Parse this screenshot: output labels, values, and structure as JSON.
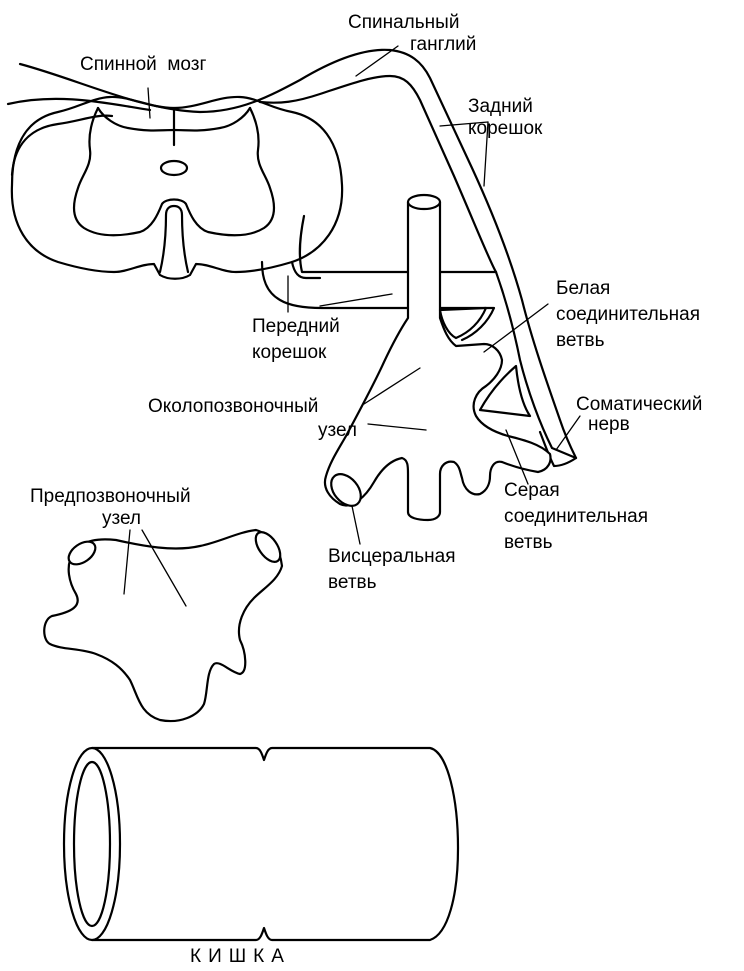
{
  "labels": {
    "spinal_cord": "Спинной  мозг",
    "spinal_ganglion_1": "Спинальный",
    "spinal_ganglion_2": "ганглий",
    "posterior_root_1": "Задний",
    "posterior_root_2": "корешок",
    "anterior_root_1": "Передний",
    "anterior_root_2": "корешок",
    "white_ramus_1": "Белая",
    "white_ramus_2": "соединительная",
    "white_ramus_3": "ветвь",
    "paravertebral_node_1": "Околопозвоночный",
    "paravertebral_node_2": "узел",
    "somatic_nerve_1": "Соматический",
    "somatic_nerve_2": "нерв",
    "gray_ramus_1": "Серая",
    "gray_ramus_2": "соединительная",
    "gray_ramus_3": "ветвь",
    "visceral_branch_1": "Висцеральная",
    "visceral_branch_2": "ветвь",
    "prevertebral_node_1": "Предпозвоночный",
    "prevertebral_node_2": "узел",
    "intestine": "КИШКА"
  }
}
